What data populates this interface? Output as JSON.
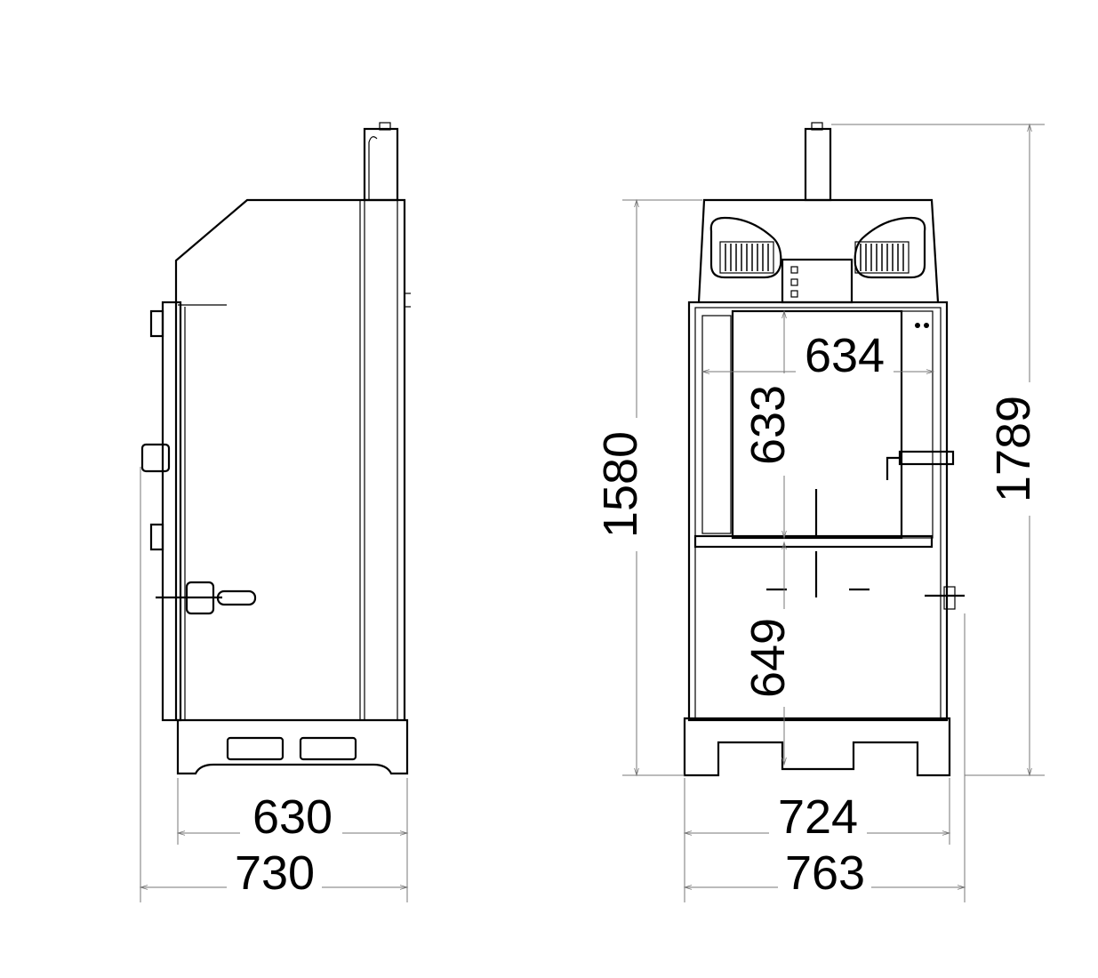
{
  "title": "Machine dimension drawing (side and front view)",
  "side_view": {
    "dimensions": {
      "depth_inner": "630",
      "depth_overall": "730"
    }
  },
  "front_view": {
    "dimensions": {
      "width_inner": "724",
      "width_overall": "763",
      "height_body": "1580",
      "height_overall": "1789",
      "chamber_width": "634",
      "chamber_height": "633",
      "lower_height": "649"
    }
  },
  "colors": {
    "line": "#000000",
    "dimension_line": "#777777",
    "background": "#ffffff"
  }
}
